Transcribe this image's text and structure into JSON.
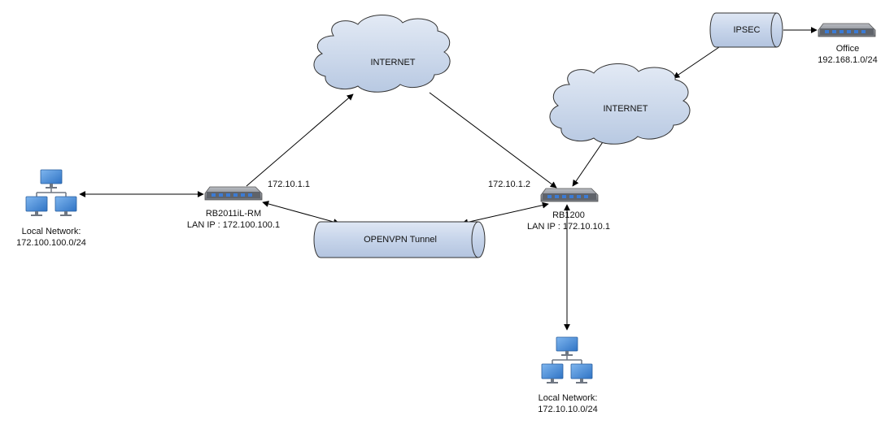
{
  "colors": {
    "cloud_fill": "#c9d6ea",
    "cloud_stroke": "#333333",
    "tube_fill": "#cbd8ec",
    "router_body": "#8a8d93",
    "port": "#3b7bd4",
    "monitor": "#3d86d6",
    "line": "#000000"
  },
  "clouds": {
    "left": "INTERNET",
    "right": "INTERNET"
  },
  "tunnels": {
    "openvpn": "OPENVPN Tunnel",
    "ipsec": "IPSEC"
  },
  "routers": {
    "left": {
      "name": "RB2011iL-RM",
      "lan": "LAN IP : 172.100.100.1",
      "wan": "172.10.1.1"
    },
    "right": {
      "name": "RB1200",
      "lan": "LAN IP : 172.10.10.1",
      "wan": "172.10.1.2"
    },
    "office": {
      "name": "Office",
      "subnet": "192.168.1.0/24"
    }
  },
  "networks": {
    "left": {
      "title": "Local Network:",
      "subnet": "172.100.100.0/24"
    },
    "bottom": {
      "title": "Local Network:",
      "subnet": "172.10.10.0/24"
    }
  },
  "icons": {
    "router": "router-icon",
    "network": "network-computers-icon",
    "cloud": "cloud-icon",
    "tunnel": "cylinder-icon"
  }
}
